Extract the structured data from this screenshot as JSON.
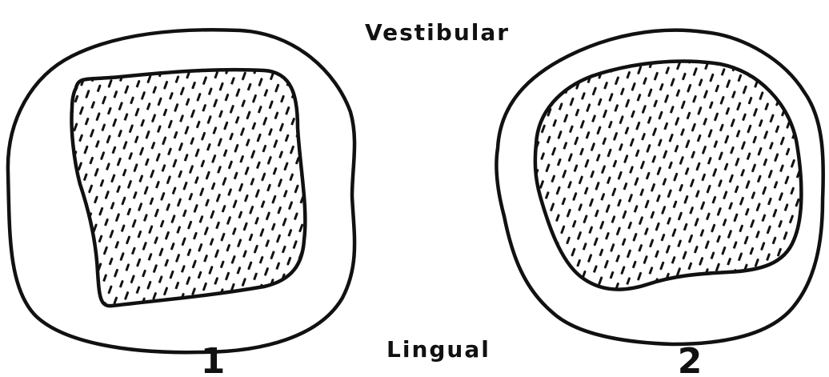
{
  "labels": {
    "top": "Vestibular",
    "bottom": "Lingual"
  },
  "figures": [
    {
      "number": "1"
    },
    {
      "number": "2"
    }
  ],
  "colors": {
    "ink": "#111111",
    "paper": "#ffffff"
  }
}
